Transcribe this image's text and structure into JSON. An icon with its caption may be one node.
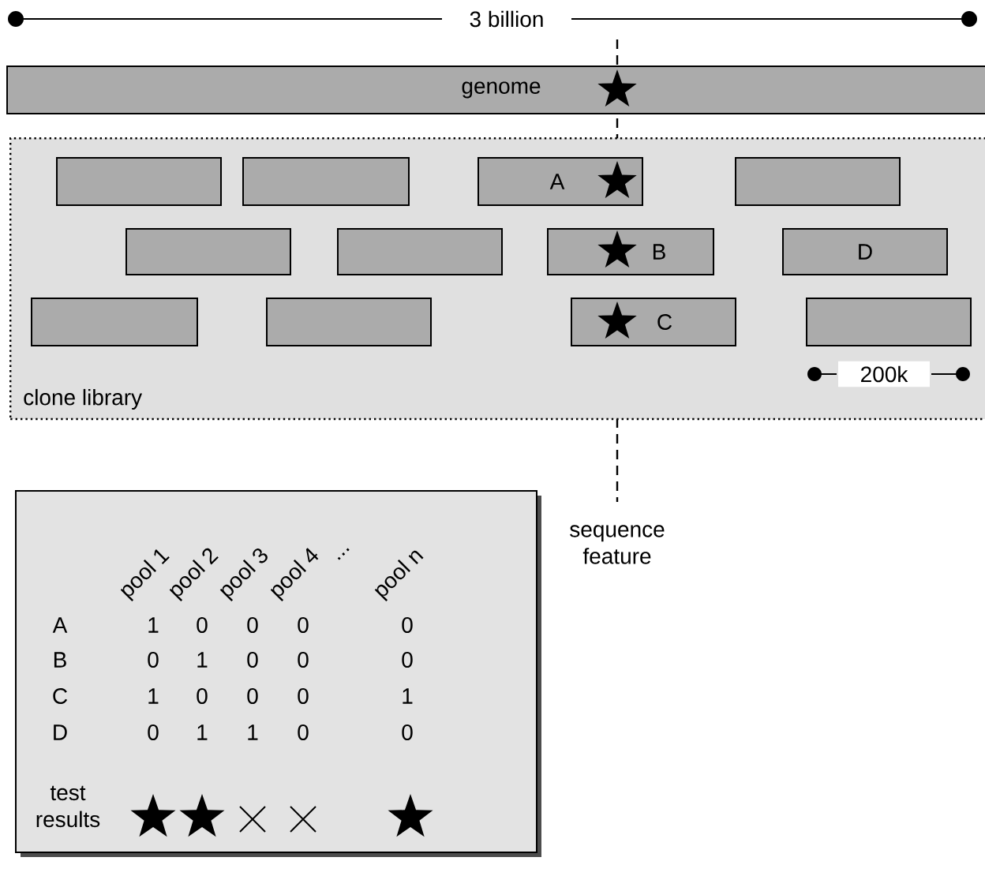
{
  "diagram": {
    "nodes": [
      {
        "text": [
          "genome"
        ]
      },
      {
        "text": [
          "clone library"
        ]
      },
      {
        "text": [],
        "shape": "bar",
        "in": 1
      },
      {
        "text": [],
        "shape": "bar",
        "in": 1
      },
      {
        "text": [
          "A"
        ],
        "in": 1
      },
      {
        "text": [],
        "shape": "bar",
        "in": 1
      },
      {
        "text": [],
        "shape": "bar",
        "in": 1
      },
      {
        "text": [],
        "shape": "bar",
        "in": 1
      },
      {
        "text": [
          "B"
        ],
        "in": 1
      },
      {
        "text": [
          "D"
        ],
        "in": 1
      },
      {
        "text": [],
        "shape": "bar",
        "in": 1
      },
      {
        "text": [],
        "shape": "bar",
        "in": 1
      },
      {
        "text": [
          "C"
        ],
        "in": 1
      },
      {
        "text": [],
        "shape": "bar",
        "in": 1
      }
    ],
    "labels": [
      "3 billion",
      "200k",
      "sequence feature",
      "pool 1",
      "pool 2",
      "pool 3",
      "pool 4",
      "...",
      "pool n",
      "A",
      "1",
      "0",
      "0",
      "0",
      "0",
      "B",
      "0",
      "1",
      "0",
      "0",
      "0",
      "C",
      "1",
      "0",
      "0",
      "0",
      "1",
      "D",
      "0",
      "1",
      "1",
      "0",
      "0",
      "test results"
    ]
  }
}
